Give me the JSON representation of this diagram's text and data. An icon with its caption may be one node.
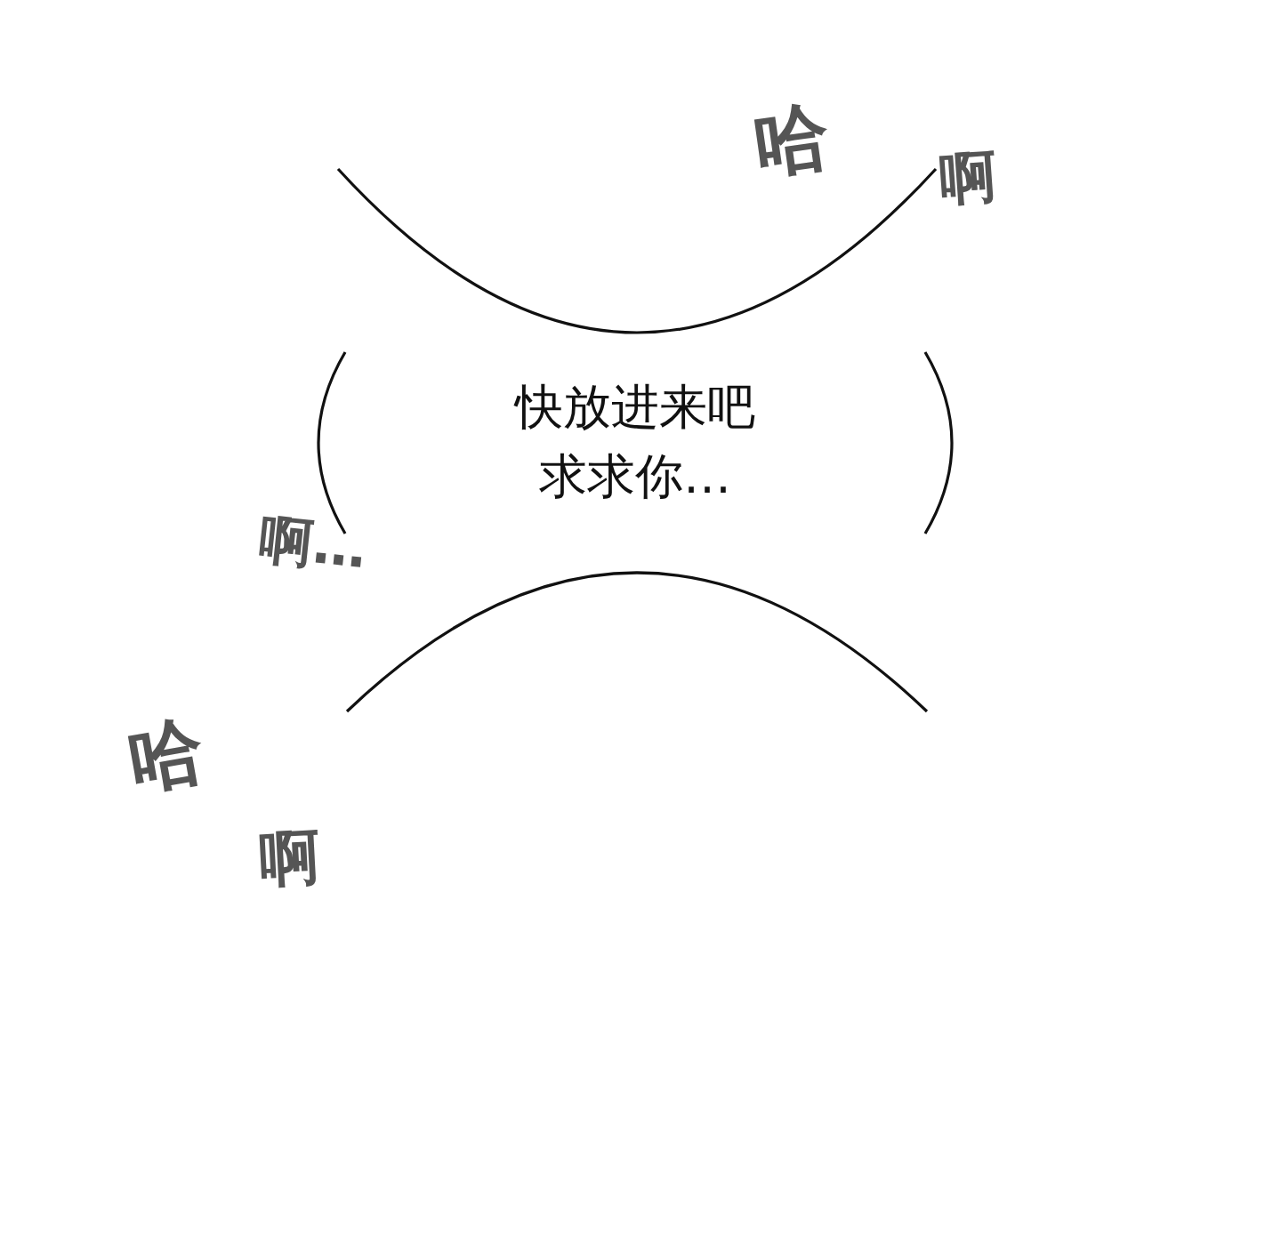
{
  "diagram": {
    "nodes": [
      {
        "text": [],
        "shape": "circle"
      },
      {
        "text": [
          "快放进来吧求求你…"
        ]
      },
      {
        "text": [],
        "shape": "circle"
      }
    ],
    "labels": [
      "哈",
      "啊",
      "啊…",
      "哈",
      "啊"
    ]
  }
}
